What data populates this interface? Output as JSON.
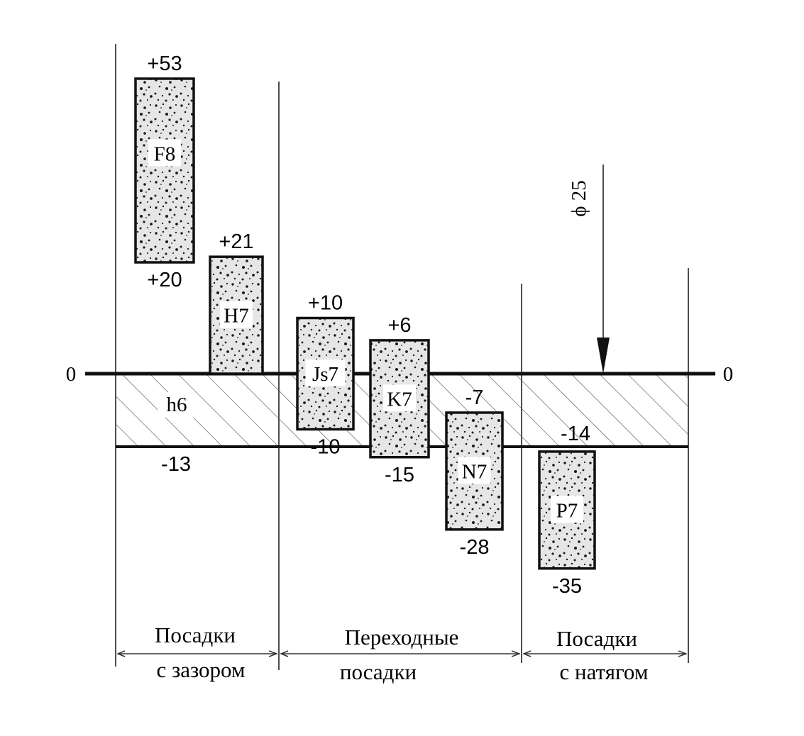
{
  "diagram": {
    "zero_label_left": "0",
    "zero_label_right": "0",
    "nominal_size": "ϕ 25",
    "shaft": {
      "name": "h6",
      "upper": 0,
      "lower": -13,
      "lower_label": "-13"
    },
    "hole_fields": [
      {
        "id": "f8",
        "name": "F8",
        "upper": 53,
        "lower": 20,
        "upper_label": "+53",
        "lower_label": "+20"
      },
      {
        "id": "h7",
        "name": "H7",
        "upper": 21,
        "lower": 0,
        "upper_label": "+21",
        "lower_label": ""
      },
      {
        "id": "js7",
        "name": "Js7",
        "upper": 10,
        "lower": -10,
        "upper_label": "+10",
        "lower_label": "-10"
      },
      {
        "id": "k7",
        "name": "K7",
        "upper": 6,
        "lower": -15,
        "upper_label": "+6",
        "lower_label": "-15"
      },
      {
        "id": "n7",
        "name": "N7",
        "upper": -7,
        "lower": -28,
        "upper_label": "-7",
        "lower_label": "-28"
      },
      {
        "id": "p7",
        "name": "P7",
        "upper": -14,
        "lower": -35,
        "upper_label": "-14",
        "lower_label": "-35"
      }
    ],
    "zones": [
      {
        "id": "clearance",
        "line1": "Посадки",
        "line2": "с зазором"
      },
      {
        "id": "transition",
        "line1": "Переходные",
        "line2": "посадки"
      },
      {
        "id": "interference",
        "line1": "Посадки",
        "line2": "с натягом"
      }
    ],
    "colors": {
      "line": "#111111",
      "hatch": "#555555",
      "box_fill": "#e4e4e4",
      "speckle": "#1a1a1a"
    }
  }
}
